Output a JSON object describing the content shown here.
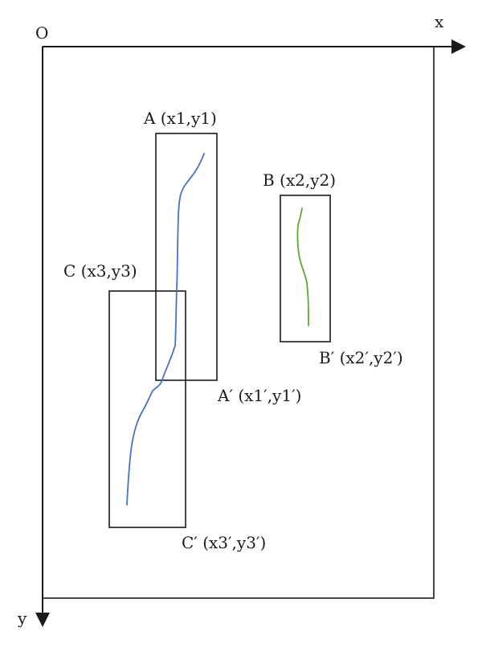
{
  "axes": {
    "origin_label": "O",
    "x_label": "x",
    "y_label": "y"
  },
  "regions": [
    {
      "id": "A",
      "top_label": "A (x1,y1)",
      "bottom_label": "A′ (x1′,y1′)"
    },
    {
      "id": "B",
      "top_label": "B (x2,y2)",
      "bottom_label": "B′ (x2′,y2′)"
    },
    {
      "id": "C",
      "top_label": "C (x3,y3)",
      "bottom_label": "C′ (x3′,y3′)"
    }
  ],
  "colors": {
    "line": "#1a1a1a",
    "curve_blue": "#4472c4",
    "curve_green": "#5aab2f"
  }
}
